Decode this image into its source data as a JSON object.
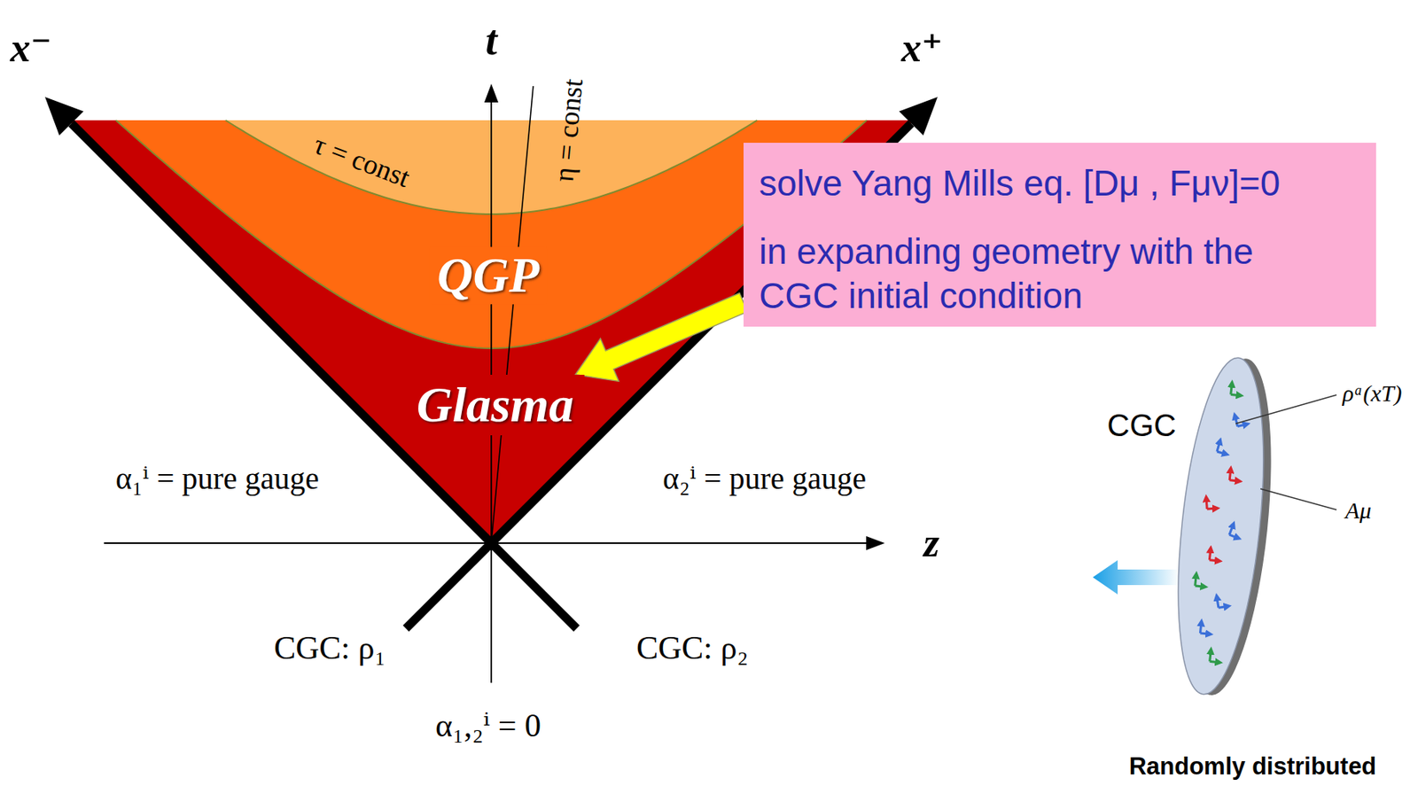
{
  "diagram": {
    "nodes": [
      {
        "text": [
          "solve Yang Mills eq. [Dμ , Fμν]=0",
          "in expanding geometry with the CGC initial condition"
        ]
      },
      {
        "text": [
          "Glasma"
        ]
      }
    ],
    "edges": [
      {
        "from": 0,
        "to": 1,
        "arrow": "to"
      }
    ],
    "labels": [
      "x⁻",
      "t",
      "x⁺",
      "τ = const",
      "η = const",
      "QGP",
      "α₁ⁱ = pure gauge",
      "α₂ⁱ = pure gauge",
      "z",
      "CGC: ρ₁",
      "CGC: ρ₂",
      "α₁,₂ⁱ = 0",
      "CGC",
      "ρᵃ(xT)",
      "Aμ",
      "Randomly distributed"
    ]
  }
}
